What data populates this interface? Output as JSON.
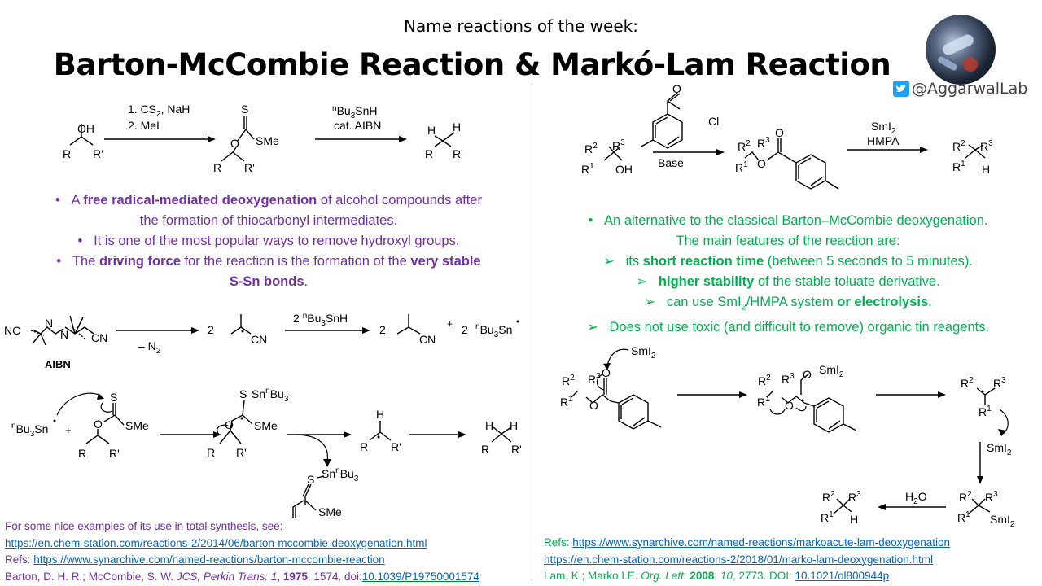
{
  "header": {
    "pretitle": "Name reactions of the week:",
    "title": "Barton-McCombie Reaction & Markó-Lam Reaction",
    "handle": "@AggarwalLab",
    "twitter_icon": "twitter-bird-icon"
  },
  "left": {
    "scheme1": {
      "sm_oh": "OH",
      "sm_r": "R",
      "sm_r2": "R'",
      "step1": "1. CS",
      "step1_sub": "2",
      "step1_end": ", NaH",
      "step2": "2. MeI",
      "int_s": "S",
      "int_o": "O",
      "int_sme": "SMe",
      "int_r": "R",
      "int_r2": "R'",
      "reag_sup": "n",
      "reag_a": "Bu",
      "reag_sub": "3",
      "reag_b": "SnH",
      "reag2": "cat. AIBN",
      "prod_h1": "H",
      "prod_h2": "H",
      "prod_r": "R",
      "prod_r2": "R'"
    },
    "bullets": [
      {
        "pre": "A ",
        "b1": "free radical-mediated deoxygenation",
        "post": " of alcohol compounds after"
      },
      {
        "pre": "the formation of thiocarbonyl intermediates."
      },
      {
        "pre": "It is one of the most popular ways to remove hydroxyl groups."
      },
      {
        "pre": "The ",
        "b1": "driving force",
        "mid": " for the reaction is the formation of the ",
        "b2": "very stable"
      },
      {
        "b1": "S-Sn bonds",
        "post": "."
      }
    ],
    "aibn": {
      "nc": "NC",
      "n1": "N",
      "n2": "N",
      "cn": "CN",
      "label": "AIBN",
      "minus": "– N",
      "minus_sub": "2",
      "two1": "2",
      "rad_cn": "CN",
      "reag_2": "2 ",
      "reag_sup": "n",
      "reag_a": "Bu",
      "reag_sub": "3",
      "reag_b": "SnH",
      "two2": "2",
      "prod_cn": "CN",
      "plus": "+",
      "two3": "2",
      "sn_sup": "n",
      "sn_a": "Bu",
      "sn_sub": "3",
      "sn_b": "Sn"
    },
    "mech": {
      "sn_sup": "n",
      "sn_a": "Bu",
      "sn_sub": "3",
      "sn_b": "Sn",
      "plus": "+",
      "x_s": "S",
      "x_o": "O",
      "x_sme": "SMe",
      "x_r": "R",
      "x_r2": "R'",
      "a_s": "S",
      "a_sn": "Sn",
      "a_sup": "n",
      "a_bu": "Bu",
      "a_sub": "3",
      "a_o": "O",
      "a_sme": "SMe",
      "a_r": "R",
      "a_r2": "R'",
      "rad_h": "H",
      "rad_r": "R",
      "rad_r2": "R'",
      "p_h1": "H",
      "p_h2": "H",
      "p_r": "R",
      "p_r2": "R'",
      "bp_s": "S",
      "bp_sn": "Sn",
      "bp_sup": "n",
      "bp_bu": "Bu",
      "bp_sub": "3",
      "bp_sme": "SMe"
    },
    "refs": {
      "intro": "For some nice examples of its use in total synthesis, see:",
      "link1": "https://en.chem-station.com/reactions-2/2014/06/barton-mccombie-deoxygenation.html",
      "refs_label": "Refs: ",
      "link2": "https://www.synarchive.com/named-reactions/barton-mccombie-reaction",
      "cite_a": "Barton, D. H. R.; McCombie, S. W. ",
      "cite_j": "JCS, Perkin Trans. 1",
      "cite_sep": ", ",
      "cite_y": "1975",
      "cite_b": ", 1574. doi:",
      "doi": "10.1039/P19750001574"
    }
  },
  "right": {
    "scheme": {
      "acyl_o": "O",
      "acyl_cl": "Cl",
      "base": "Base",
      "sm_r2": "R",
      "sm_r2_sup": "2",
      "sm_r3": "R",
      "sm_r3_sup": "3",
      "sm_r1": "R",
      "sm_r1_sup": "1",
      "sm_oh": "OH",
      "e_r2": "R",
      "e_r2_sup": "2",
      "e_r3": "R",
      "e_r3_sup": "3",
      "e_r1": "R",
      "e_r1_sup": "1",
      "e_o": "O",
      "e_o2": "O",
      "reag1": "SmI",
      "reag1_sub": "2",
      "reag2": "HMPA",
      "p_r2": "R",
      "p_r2_sup": "2",
      "p_r3": "R",
      "p_r3_sup": "3",
      "p_r1": "R",
      "p_r1_sup": "1",
      "p_h": "H"
    },
    "bullets": [
      {
        "pre": "An alternative to the classical Barton–McCombie deoxygenation."
      },
      {
        "pre": "The main features of the reaction are:"
      },
      {
        "pre": "its ",
        "b1": "short reaction time",
        "post": " (between 5 seconds to 5 minutes)."
      },
      {
        "b1": "higher stability",
        "post": " of the stable toluate derivative."
      },
      {
        "pre": "can use SmI",
        "sub": "2",
        "mid": "/HMPA system ",
        "b2": "or electrolysis",
        "post": "."
      },
      {
        "pre": "Does not use toxic (and difficult to remove) organic tin reagents."
      }
    ],
    "mech": {
      "smi": "SmI",
      "smi_sub": "2",
      "m1_r2": "R",
      "m1_r2_sup": "2",
      "m1_r3": "R",
      "m1_r3_sup": "3",
      "m1_r1": "R",
      "m1_r1_sup": "1",
      "m1_o": "O",
      "m1_o2": "O",
      "m2_osmi": "O",
      "m2_smi": "SmI",
      "m2_smi_sub": "2",
      "m2_r2": "R",
      "m2_r2_sup": "2",
      "m2_r3": "R",
      "m2_r3_sup": "3",
      "m2_r1": "R",
      "m2_r1_sup": "1",
      "m2_o": "O",
      "m3_r2": "R",
      "m3_r2_sup": "2",
      "m3_r3": "R",
      "m3_r3_sup": "3",
      "m3_r1": "R",
      "m3_r1_sup": "1",
      "m3_smi": "SmI",
      "m3_smi_sub": "2",
      "m4_r2": "R",
      "m4_r2_sup": "2",
      "m4_r3": "R",
      "m4_r3_sup": "3",
      "m4_r1": "R",
      "m4_r1_sup": "1",
      "m4_smi": "SmI",
      "m4_smi_sub": "2",
      "h2o": "H",
      "h2o_sub": "2",
      "h2o_end": "O",
      "m5_r2": "R",
      "m5_r2_sup": "2",
      "m5_r3": "R",
      "m5_r3_sup": "3",
      "m5_r1": "R",
      "m5_r1_sup": "1",
      "m5_h": "H"
    },
    "refs": {
      "refs_label": "Refs: ",
      "link1": "https://www.synarchive.com/named-reactions/markoacute-lam-deoxygenation",
      "link2": "https://en.chem-station.com/reactions-2/2018/01/marko-lam-deoxygenation.html",
      "cite_a": "Lam, K.; Marko I.E. ",
      "cite_j": "Org. Lett.",
      "cite_sp": " ",
      "cite_y": "2008",
      "cite_sep": ", ",
      "cite_v": "10",
      "cite_b": ", 2773. DOI: ",
      "doi": "10.1021/ol800944p"
    }
  }
}
